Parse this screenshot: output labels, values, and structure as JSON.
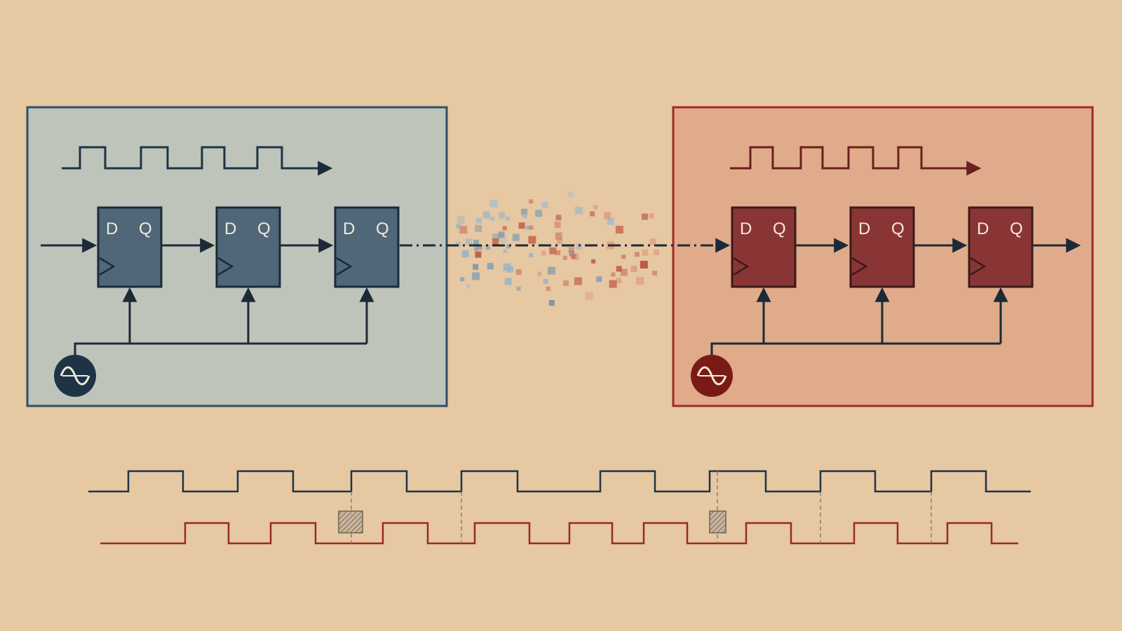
{
  "colors": {
    "background": "#e6c8a3",
    "blue_panel": "#bfc4bb",
    "blue_panel_border": "#2f5066",
    "blue_block": "#4f6778",
    "blue_ink": "#1e3446",
    "red_panel": "#e0ab8a",
    "red_panel_border": "#a12a22",
    "red_block": "#8a3535",
    "red_ink": "#6b1f1f",
    "wire_dark": "#1c2a38",
    "timing_blue": "#1e3446",
    "timing_red": "#9a2a22",
    "violation_hatch": "#9a8a78"
  },
  "diagram": {
    "left_domain": {
      "register_labels": [
        {
          "d": "D",
          "q": "Q"
        },
        {
          "d": "D",
          "q": "Q"
        },
        {
          "d": "D",
          "q": "Q"
        }
      ],
      "clock_icon": "sine-wave-oscillator-icon"
    },
    "right_domain": {
      "register_labels": [
        {
          "d": "D",
          "q": "Q"
        },
        {
          "d": "D",
          "q": "Q"
        },
        {
          "d": "D",
          "q": "Q"
        }
      ],
      "clock_icon": "sine-wave-oscillator-icon"
    },
    "crossing": {
      "description_icon": "dissolving-pixels-icon"
    }
  }
}
